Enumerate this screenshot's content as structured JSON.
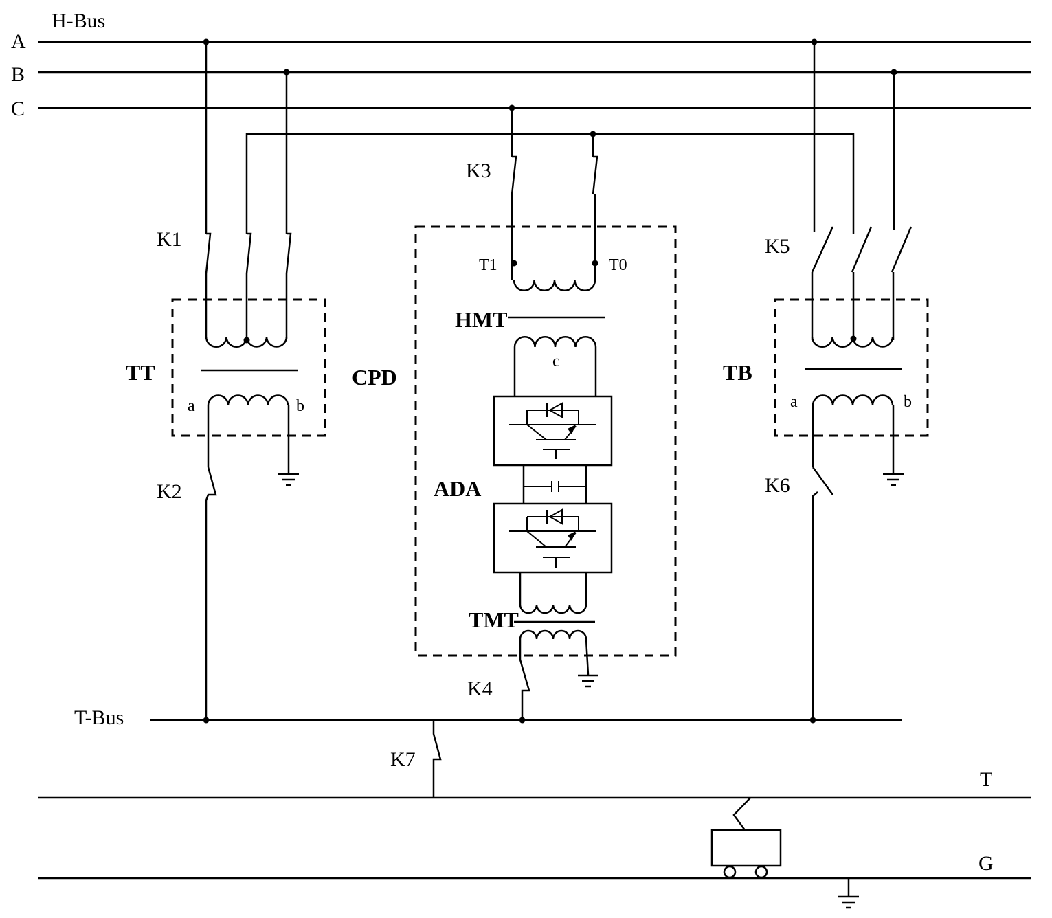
{
  "buses": {
    "h_bus": "H-Bus",
    "phase_a": "A",
    "phase_b": "B",
    "phase_c": "C",
    "t_bus": "T-Bus",
    "line_t": "T",
    "line_g": "G"
  },
  "switches": {
    "k1": "K1",
    "k2": "K2",
    "k3": "K3",
    "k4": "K4",
    "k5": "K5",
    "k6": "K6",
    "k7": "K7"
  },
  "blocks": {
    "tt": "TT",
    "tb": "TB",
    "cpd": "CPD",
    "hmt": "HMT",
    "ada": "ADA",
    "tmt": "TMT"
  },
  "terminals": {
    "tt_a": "a",
    "tt_b": "b",
    "tb_a": "a",
    "tb_b": "b",
    "hmt_t1": "T1",
    "hmt_t0": "T0",
    "hmt_c": "c"
  }
}
